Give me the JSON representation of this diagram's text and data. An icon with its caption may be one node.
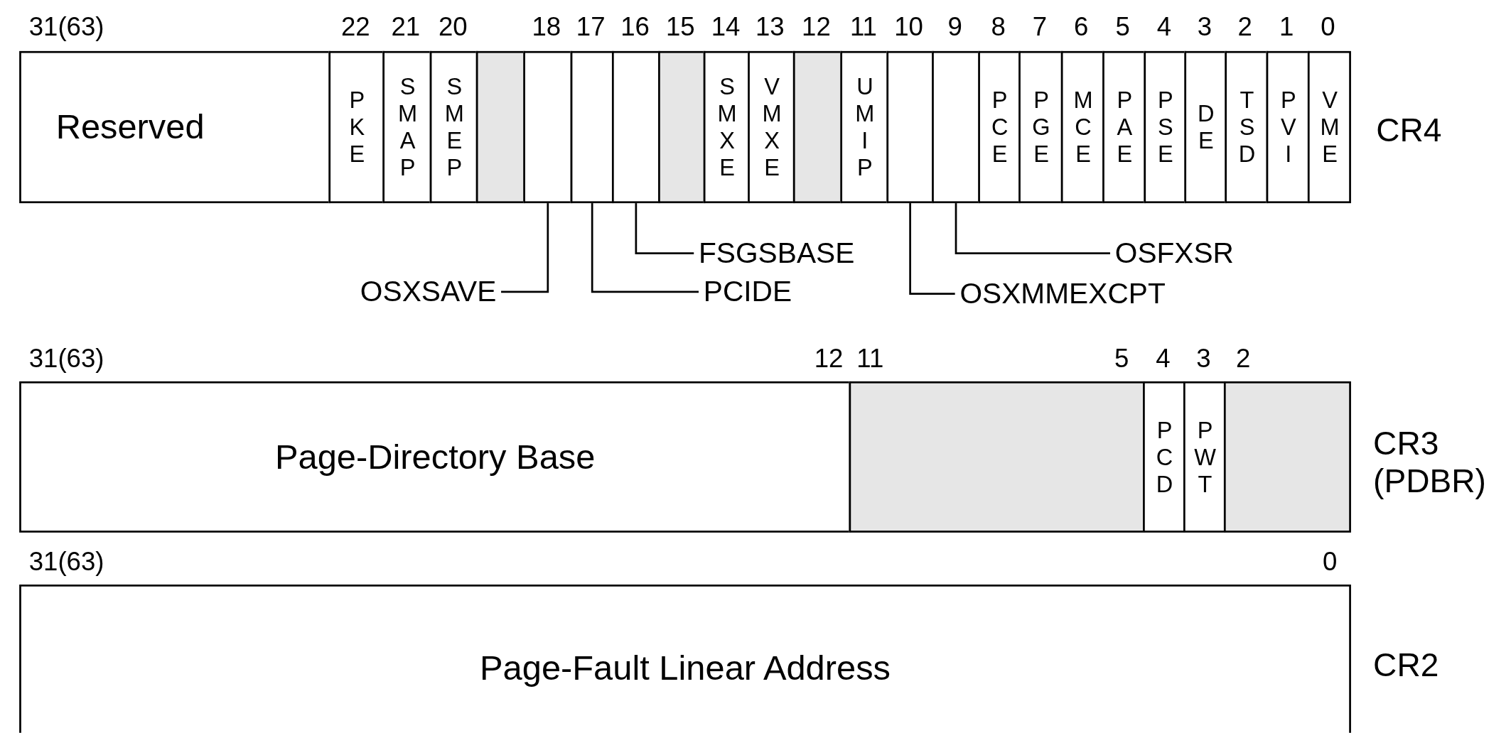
{
  "diagram": {
    "nodes": [
      {
        "text": [
          "Reserved"
        ]
      },
      {
        "text": [
          "PKE"
        ]
      },
      {
        "text": [
          "SMAP"
        ]
      },
      {
        "text": [
          "SMEP"
        ]
      },
      {
        "text": [],
        "shape": "box"
      },
      {
        "text": [],
        "shape": "box"
      },
      {
        "text": [],
        "shape": "box"
      },
      {
        "text": [],
        "shape": "box"
      },
      {
        "text": [],
        "shape": "box"
      },
      {
        "text": [
          "SMXE"
        ]
      },
      {
        "text": [
          "VMXE"
        ]
      },
      {
        "text": [],
        "shape": "box"
      },
      {
        "text": [
          "UMIP"
        ]
      },
      {
        "text": [],
        "shape": "box"
      },
      {
        "text": [],
        "shape": "box"
      },
      {
        "text": [
          "PCE"
        ]
      },
      {
        "text": [
          "PGE"
        ]
      },
      {
        "text": [
          "MCE"
        ]
      },
      {
        "text": [
          "PAE"
        ]
      },
      {
        "text": [
          "PSE"
        ]
      },
      {
        "text": [
          "DE"
        ]
      },
      {
        "text": [
          "TSD"
        ]
      },
      {
        "text": [
          "PVI"
        ]
      },
      {
        "text": [
          "VME"
        ]
      },
      {
        "text": [
          "FSGSBASE"
        ]
      },
      {
        "text": [
          "OSFXSR"
        ]
      },
      {
        "text": [
          "OSXSAVE"
        ]
      },
      {
        "text": [
          "PCIDE"
        ]
      },
      {
        "text": [
          "OSXMMEXCPT"
        ]
      },
      {
        "text": [
          "Page-Directory Base"
        ]
      },
      {
        "text": [],
        "shape": "box"
      },
      {
        "text": [
          "PCD"
        ]
      },
      {
        "text": [
          "PWT"
        ]
      },
      {
        "text": [],
        "shape": "box"
      },
      {
        "text": [
          "Page-Fault Linear Address"
        ]
      }
    ],
    "edges": [
      {
        "from": 24,
        "to": 7,
        "arrow": "none"
      },
      {
        "from": 25,
        "to": 14,
        "arrow": "none"
      },
      {
        "from": 26,
        "to": 5,
        "arrow": "none"
      },
      {
        "from": 27,
        "to": 6,
        "arrow": "none"
      },
      {
        "from": 28,
        "to": 13,
        "arrow": "none"
      }
    ],
    "labels": [
      "31(63)",
      "22",
      "21",
      "20",
      "18",
      "17",
      "16",
      "15",
      "14",
      "13",
      "12",
      "11",
      "10",
      "9",
      "8",
      "7",
      "6",
      "5",
      "4",
      "3",
      "2",
      "1",
      "0",
      "CR4",
      "31(63)",
      "12",
      "11",
      "5",
      "4",
      "3",
      "2",
      "CR3 (PDBR)",
      "31(63)",
      "0",
      "CR2"
    ]
  }
}
